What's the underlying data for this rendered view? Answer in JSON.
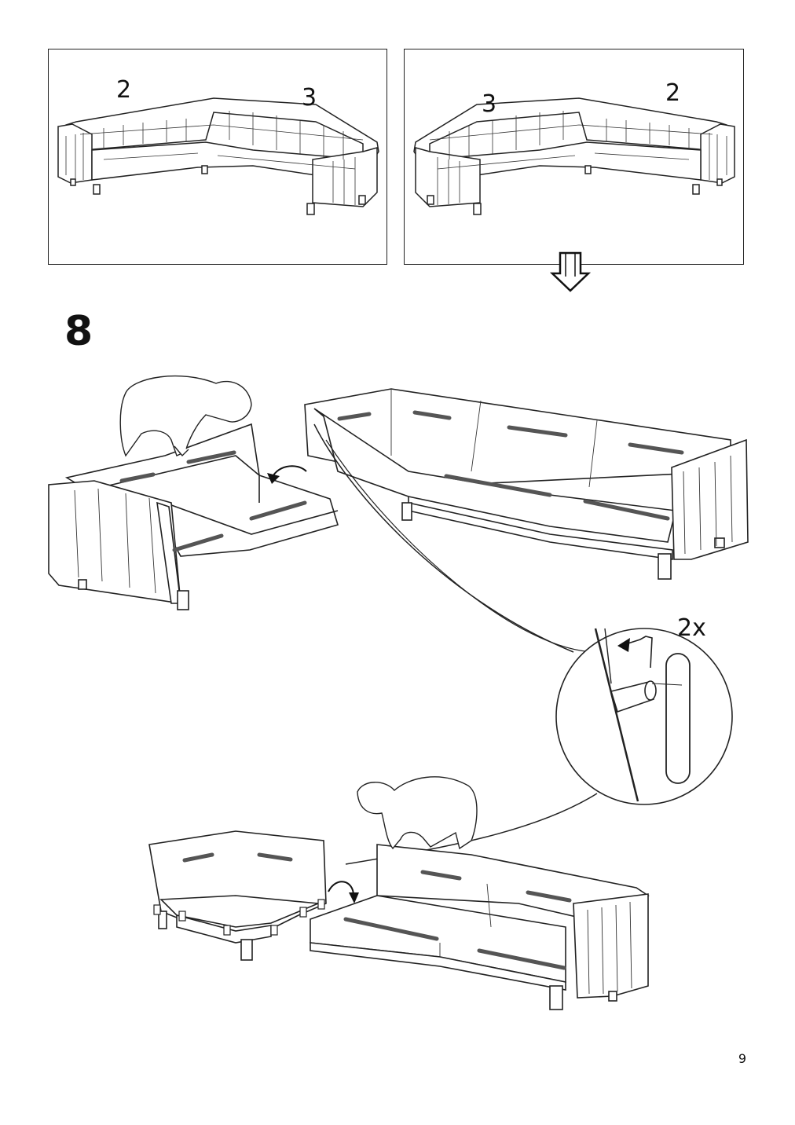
{
  "panels": [
    {
      "left_label": "2",
      "right_label": "3"
    },
    {
      "left_label": "3",
      "right_label": "2"
    }
  ],
  "step": {
    "number": "8"
  },
  "detail": {
    "quantity": "2x"
  },
  "page": {
    "number": "9"
  },
  "icons": [
    "down-arrow-icon",
    "rotate-arrow-icon",
    "slide-arrow-icon"
  ]
}
